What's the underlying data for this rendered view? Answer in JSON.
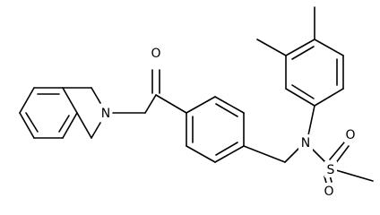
{
  "molecule": {
    "atoms": {
      "carbonyl_o": "O",
      "ring_n": "N",
      "sulfonamide_n": "N",
      "sulfur": "S",
      "sulfonyl_o_top": "O",
      "sulfonyl_o_bottom": "O"
    }
  }
}
